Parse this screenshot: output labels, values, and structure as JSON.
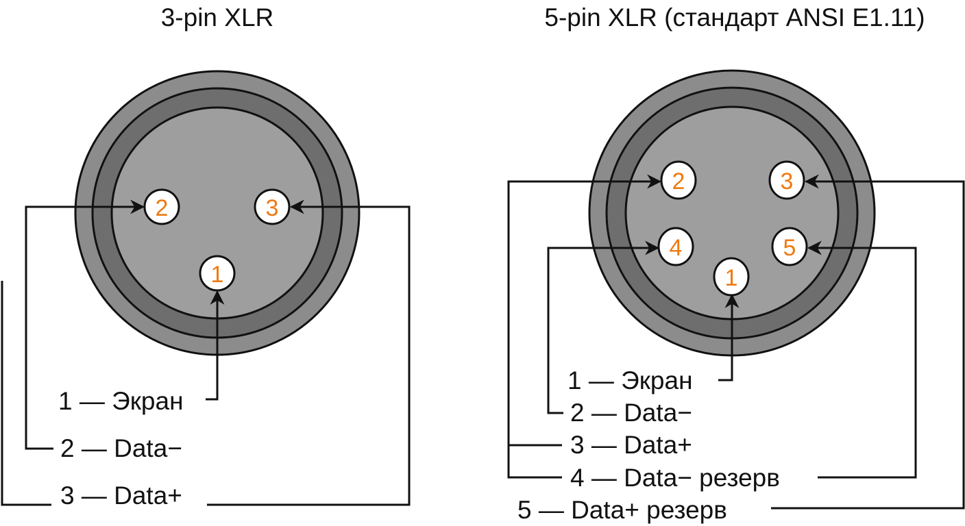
{
  "colors": {
    "pin_number": "#ee7a12",
    "body_outer": "#8c8c8c",
    "ring": "#6e6e6e",
    "face": "#9e9e9e",
    "pin_fill": "#ffffff"
  },
  "left": {
    "title": "3-pin XLR",
    "pins": [
      "1",
      "2",
      "3"
    ],
    "labels": [
      "1 — Экран",
      "2 — Data−",
      "3 — Data+"
    ]
  },
  "right": {
    "title": "5-pin XLR (стандарт ANSI E1.11)",
    "pins": [
      "1",
      "2",
      "3",
      "4",
      "5"
    ],
    "labels": [
      "1 — Экран",
      "2 — Data−",
      "3 — Data+",
      "4 — Data− резерв",
      "5 — Data+ резерв"
    ]
  }
}
